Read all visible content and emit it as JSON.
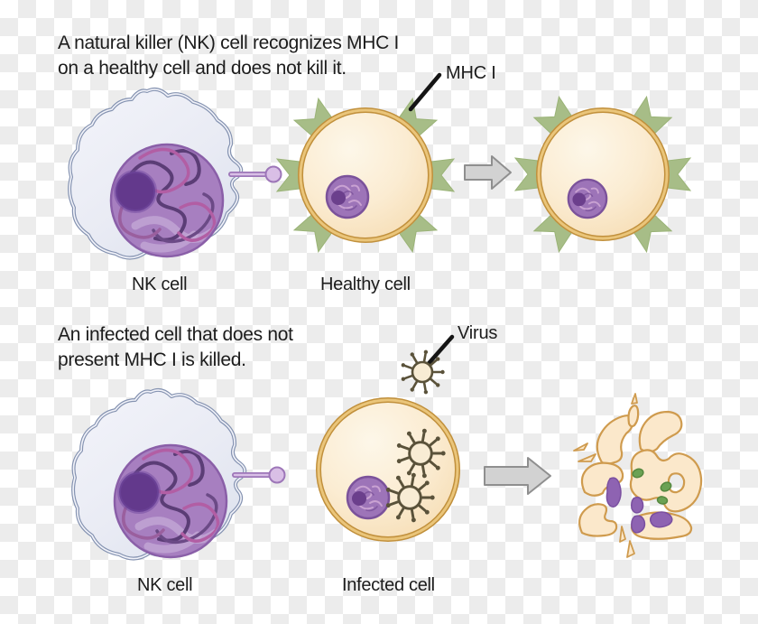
{
  "captions": {
    "top_line1": "A natural killer (NK) cell recognizes MHC I",
    "top_line2": "on a healthy cell and does not kill it.",
    "bottom_line1": "An infected cell that does not",
    "bottom_line2": "present MHC I is killed."
  },
  "labels": {
    "mhc1": "MHC I",
    "virus": "Virus",
    "nk_cell_top": "NK cell",
    "healthy_cell": "Healthy cell",
    "nk_cell_bottom": "NK cell",
    "infected_cell": "Infected cell"
  },
  "palette": {
    "checker_light": "#ffffff",
    "checker_dark": "#ececec",
    "text": "#1c1c1c",
    "nk_membrane": "#8593b1",
    "nk_cytoplasm": "#e9ebf4",
    "nk_nucleus": "#a77fc0",
    "nk_nucleolus": "#63398c",
    "cell_membrane_dark": "#c1903c",
    "cell_membrane_light": "#eac57a",
    "cell_fill": "#fbecd2",
    "mhc_receptor_green": "#a7bd87",
    "virus_outline": "#5a523a",
    "arrow_gray": "#d2d2d2",
    "lysed_purple": "#8e63b2",
    "lysed_green": "#6ba254",
    "pointer_line": "#151515"
  }
}
